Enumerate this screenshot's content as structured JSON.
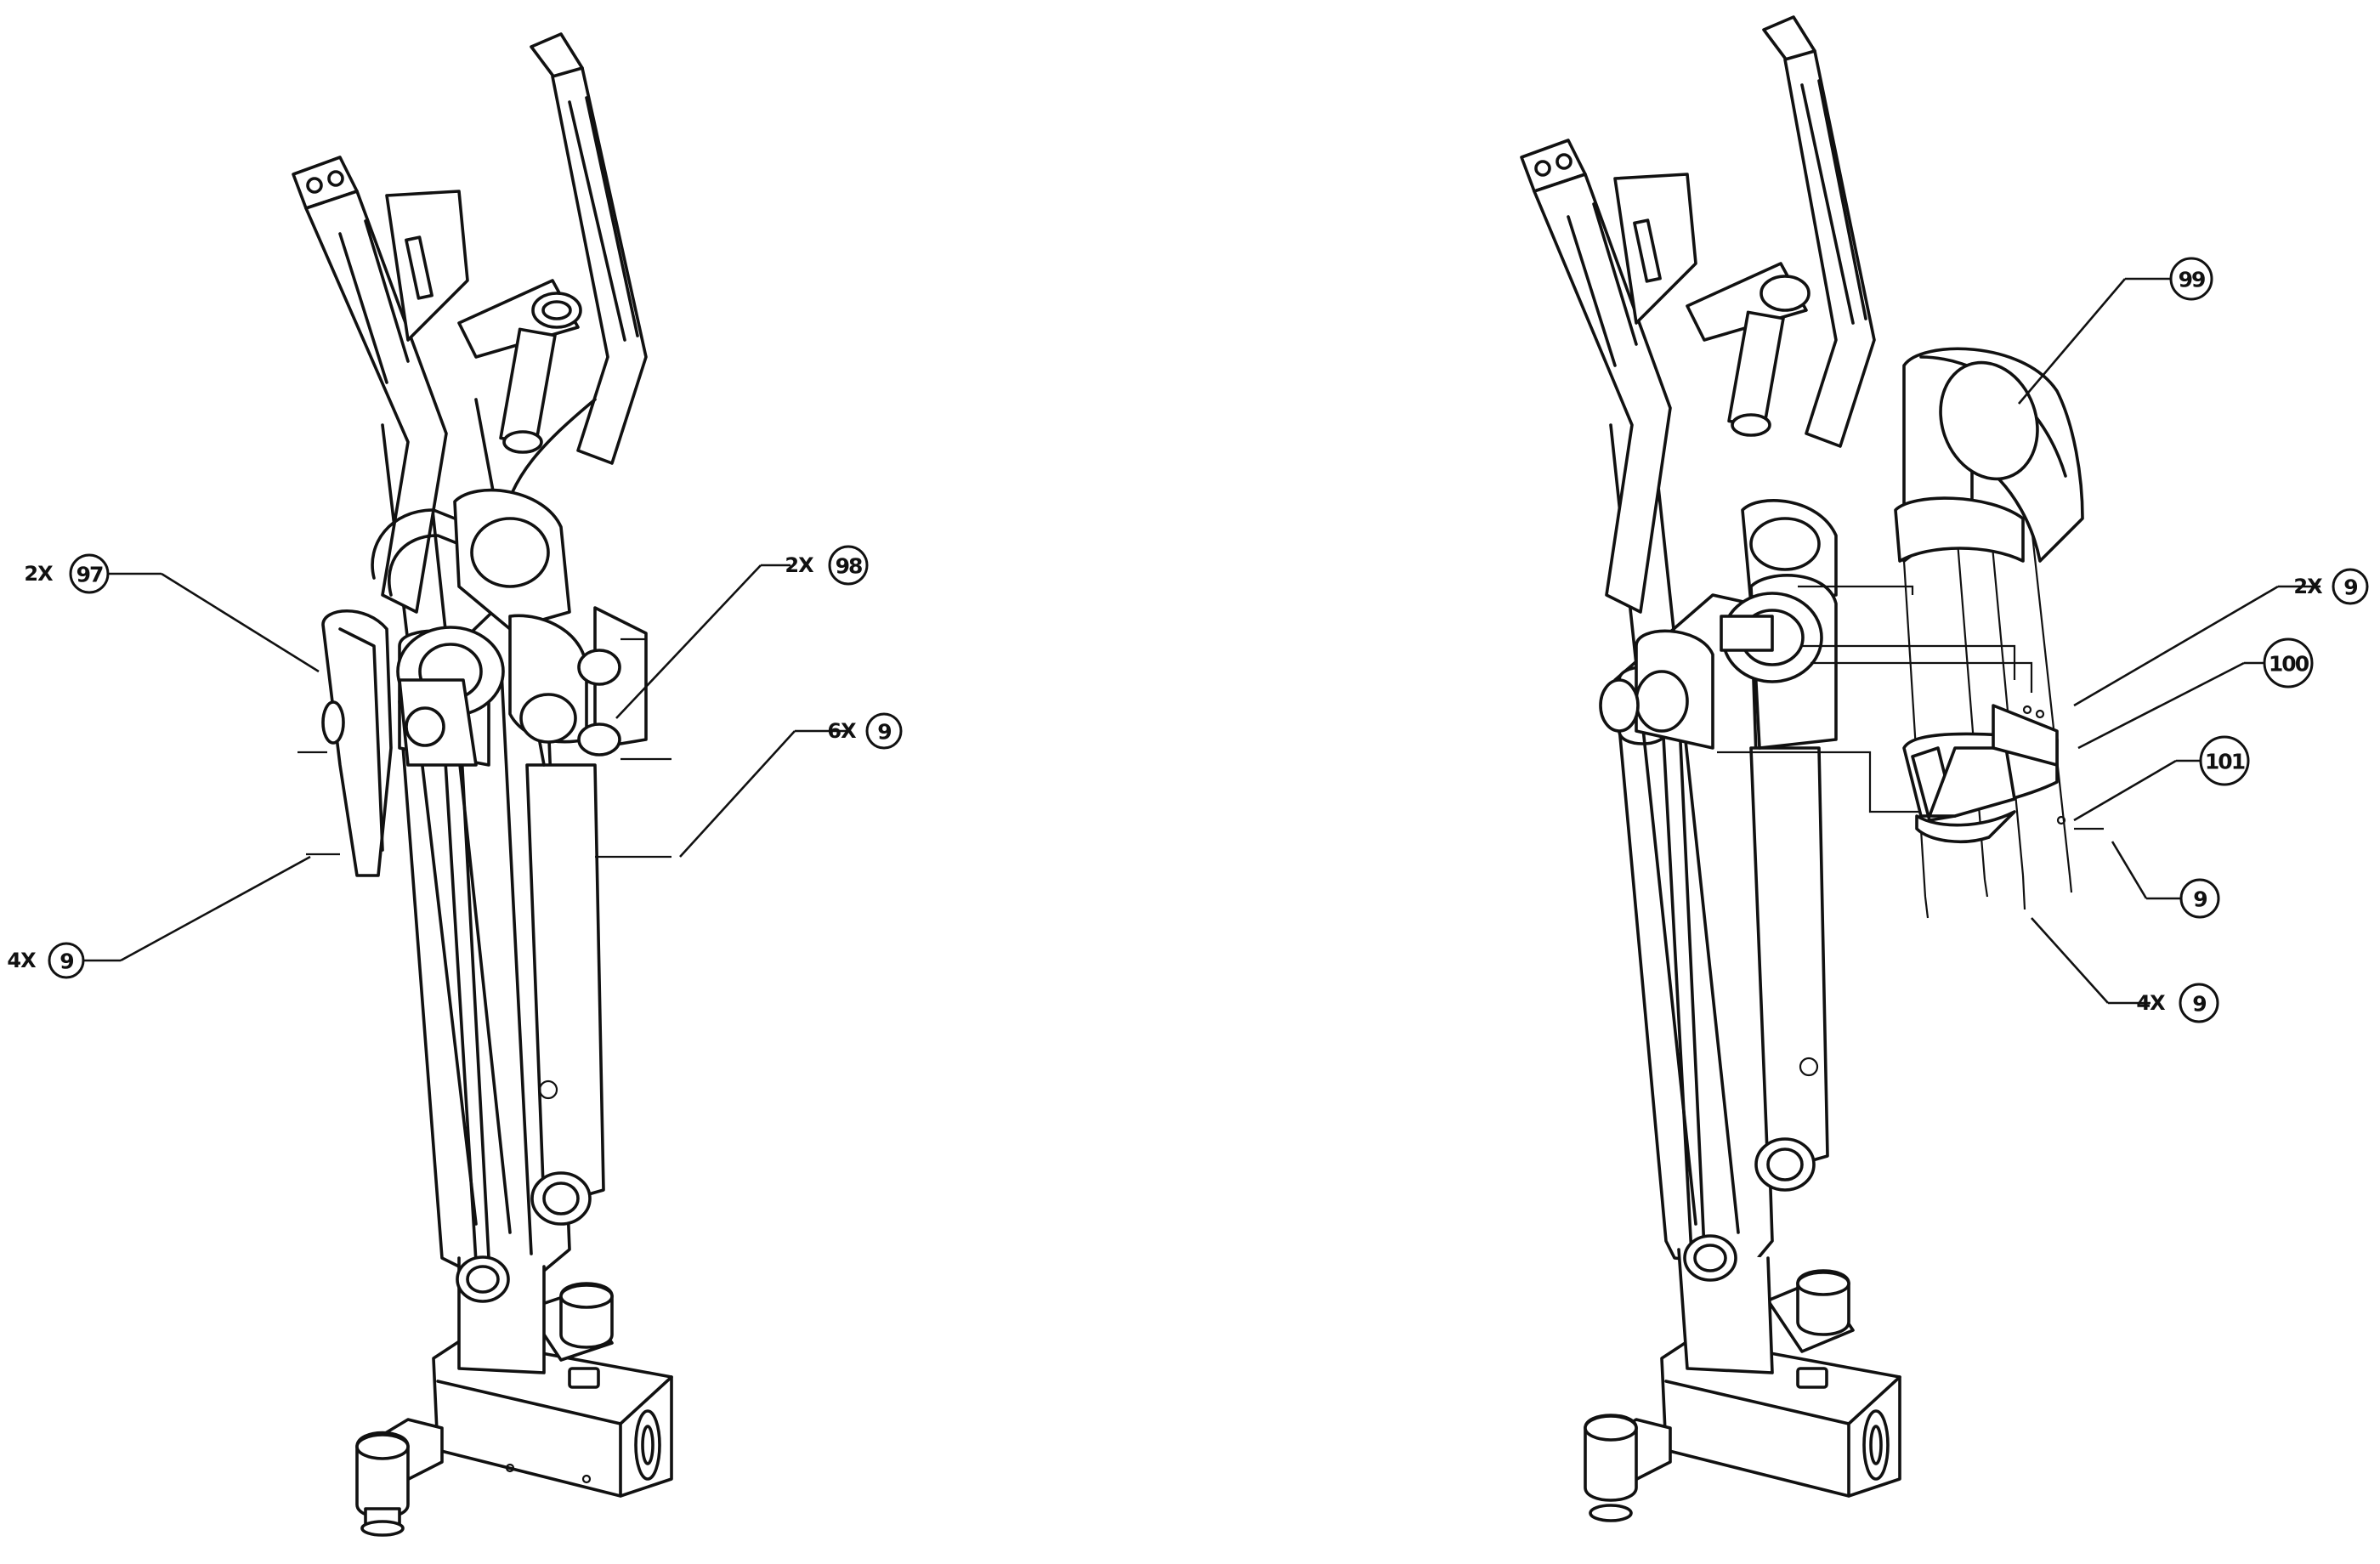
{
  "callouts": [
    {
      "id": "c97",
      "qty": "2X",
      "part": "97"
    },
    {
      "id": "c98",
      "qty": "2X",
      "part": "98"
    },
    {
      "id": "c9-6x",
      "qty": "6X",
      "part": "9"
    },
    {
      "id": "c9-4x-l",
      "qty": "4X",
      "part": "9"
    },
    {
      "id": "c99",
      "qty": "",
      "part": "99"
    },
    {
      "id": "c9-2x",
      "qty": "2X",
      "part": "9"
    },
    {
      "id": "c100",
      "qty": "",
      "part": "100"
    },
    {
      "id": "c101",
      "qty": "",
      "part": "101"
    },
    {
      "id": "c9-1",
      "qty": "",
      "part": "9"
    },
    {
      "id": "c9-4x-r",
      "qty": "4X",
      "part": "9"
    }
  ]
}
